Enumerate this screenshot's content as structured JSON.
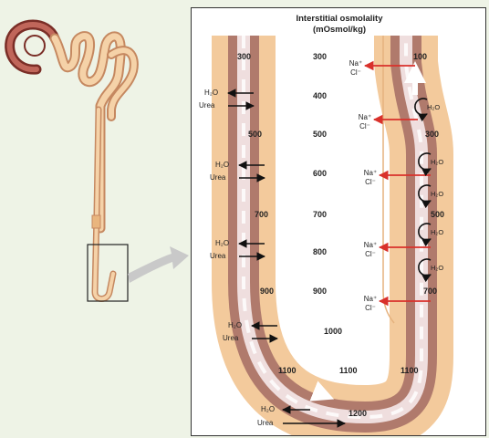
{
  "title_line1": "Interstitial osmolality",
  "title_line2": "(mOsmol/kg)",
  "interstitial": [
    "300",
    "400",
    "500",
    "600",
    "700",
    "800",
    "900",
    "1000",
    "1100",
    "1200"
  ],
  "descending": [
    "300",
    "500",
    "700",
    "900",
    "1100"
  ],
  "ascending": [
    "100",
    "300",
    "500",
    "700",
    "1100"
  ],
  "water": "H₂O",
  "urea": "Urea",
  "na": "Na⁺",
  "cl": "Cl⁻",
  "h2o_circle": "H₂O",
  "colors": {
    "tubule_outer": "#f3ca9c",
    "tubule_wall": "#b07a6c",
    "lumen": "#efdede",
    "arrow_red": "#d9312b"
  }
}
